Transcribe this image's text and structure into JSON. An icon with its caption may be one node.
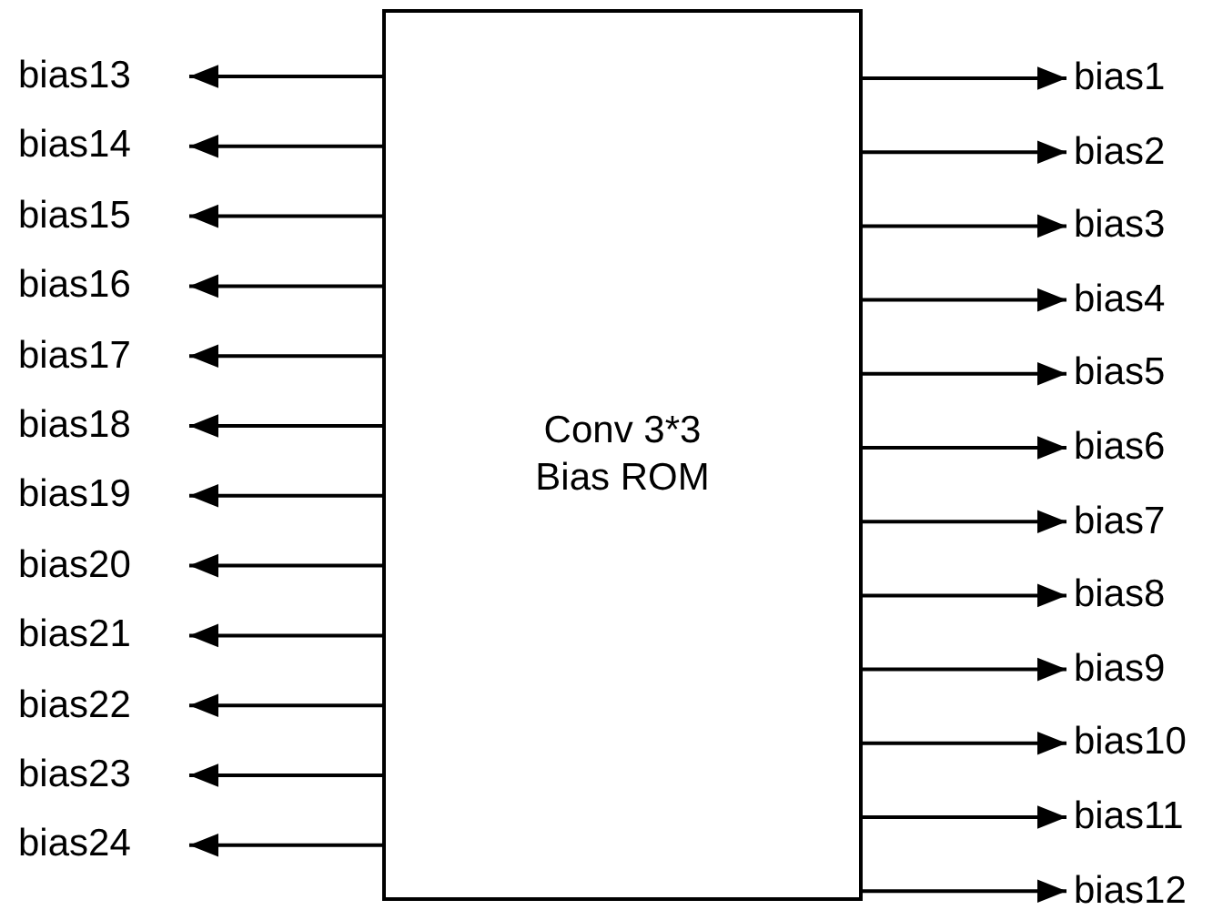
{
  "diagram": {
    "nodes": [
      {
        "text": [
          "Conv 3*3 Bias ROM"
        ]
      },
      {
        "text": [
          "bias1"
        ]
      },
      {
        "text": [
          "bias2"
        ]
      },
      {
        "text": [
          "bias3"
        ]
      },
      {
        "text": [
          "bias4"
        ]
      },
      {
        "text": [
          "bias5"
        ]
      },
      {
        "text": [
          "bias6"
        ]
      },
      {
        "text": [
          "bias7"
        ]
      },
      {
        "text": [
          "bias8"
        ]
      },
      {
        "text": [
          "bias9"
        ]
      },
      {
        "text": [
          "bias10"
        ]
      },
      {
        "text": [
          "bias11"
        ]
      },
      {
        "text": [
          "bias12"
        ]
      },
      {
        "text": [
          "bias13"
        ]
      },
      {
        "text": [
          "bias14"
        ]
      },
      {
        "text": [
          "bias15"
        ]
      },
      {
        "text": [
          "bias16"
        ]
      },
      {
        "text": [
          "bias17"
        ]
      },
      {
        "text": [
          "bias18"
        ]
      },
      {
        "text": [
          "bias19"
        ]
      },
      {
        "text": [
          "bias20"
        ]
      },
      {
        "text": [
          "bias21"
        ]
      },
      {
        "text": [
          "bias22"
        ]
      },
      {
        "text": [
          "bias23"
        ]
      },
      {
        "text": [
          "bias24"
        ]
      }
    ],
    "edges": [
      {
        "from": 0,
        "to": 1,
        "arrow": "to"
      },
      {
        "from": 0,
        "to": 2,
        "arrow": "to"
      },
      {
        "from": 0,
        "to": 3,
        "arrow": "to"
      },
      {
        "from": 0,
        "to": 4,
        "arrow": "to"
      },
      {
        "from": 0,
        "to": 5,
        "arrow": "to"
      },
      {
        "from": 0,
        "to": 6,
        "arrow": "to"
      },
      {
        "from": 0,
        "to": 7,
        "arrow": "to"
      },
      {
        "from": 0,
        "to": 8,
        "arrow": "to"
      },
      {
        "from": 0,
        "to": 9,
        "arrow": "to"
      },
      {
        "from": 0,
        "to": 10,
        "arrow": "to"
      },
      {
        "from": 0,
        "to": 11,
        "arrow": "to"
      },
      {
        "from": 0,
        "to": 12,
        "arrow": "to"
      },
      {
        "from": 0,
        "to": 13,
        "arrow": "to"
      },
      {
        "from": 0,
        "to": 14,
        "arrow": "to"
      },
      {
        "from": 0,
        "to": 15,
        "arrow": "to"
      },
      {
        "from": 0,
        "to": 16,
        "arrow": "to"
      },
      {
        "from": 0,
        "to": 17,
        "arrow": "to"
      },
      {
        "from": 0,
        "to": 18,
        "arrow": "to"
      },
      {
        "from": 0,
        "to": 19,
        "arrow": "to"
      },
      {
        "from": 0,
        "to": 20,
        "arrow": "to"
      },
      {
        "from": 0,
        "to": 21,
        "arrow": "to"
      },
      {
        "from": 0,
        "to": 22,
        "arrow": "to"
      },
      {
        "from": 0,
        "to": 23,
        "arrow": "to"
      },
      {
        "from": 0,
        "to": 24,
        "arrow": "to"
      }
    ]
  }
}
